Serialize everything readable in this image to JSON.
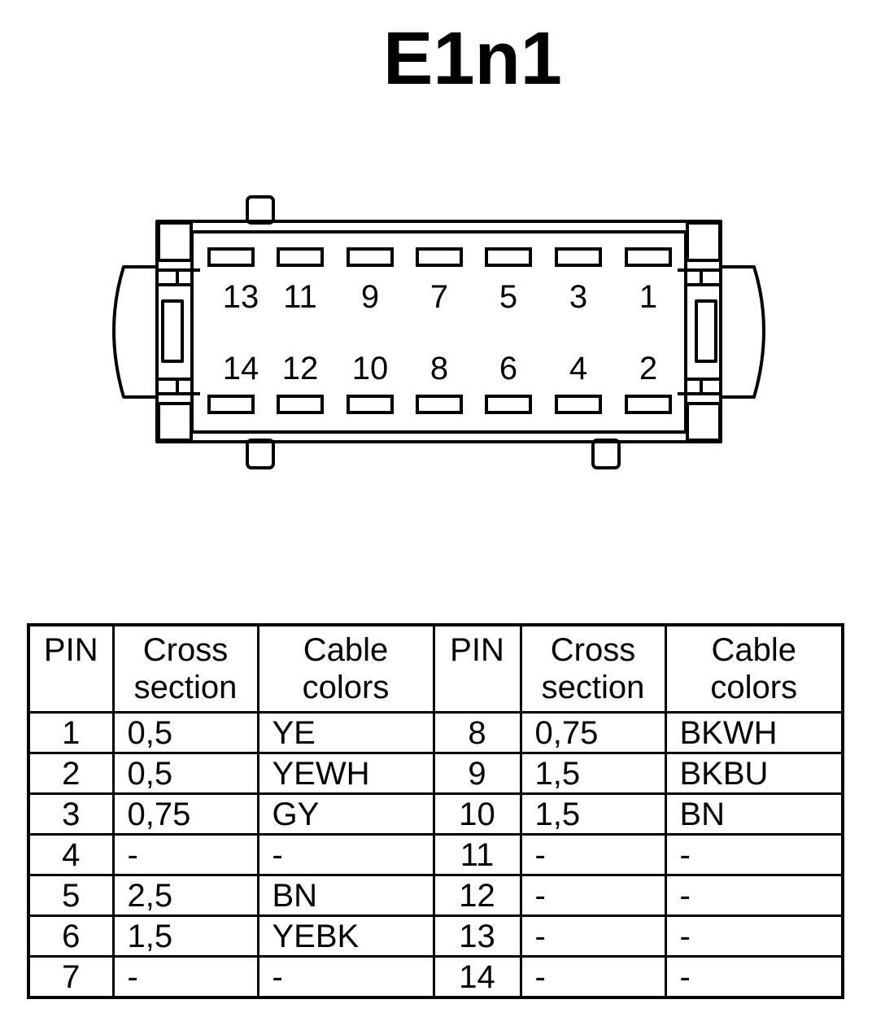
{
  "title": "E1n1",
  "connector": {
    "top_row_labels": [
      "13",
      "11",
      "9",
      "7",
      "5",
      "3",
      "1"
    ],
    "bottom_row_labels": [
      "14",
      "12",
      "10",
      "8",
      "6",
      "4",
      "2"
    ]
  },
  "table": {
    "headers": {
      "pin": "PIN",
      "cross_1": "Cross",
      "cross_2": "section",
      "cable_1": "Cable",
      "cable_2": "colors"
    },
    "rows": [
      {
        "pin_a": "1",
        "cross_a": "0,5",
        "color_a": "YE",
        "pin_b": "8",
        "cross_b": "0,75",
        "color_b": "BKWH"
      },
      {
        "pin_a": "2",
        "cross_a": "0,5",
        "color_a": "YEWH",
        "pin_b": "9",
        "cross_b": "1,5",
        "color_b": "BKBU"
      },
      {
        "pin_a": "3",
        "cross_a": "0,75",
        "color_a": "GY",
        "pin_b": "10",
        "cross_b": "1,5",
        "color_b": "BN"
      },
      {
        "pin_a": "4",
        "cross_a": "-",
        "color_a": "-",
        "pin_b": "11",
        "cross_b": "-",
        "color_b": "-"
      },
      {
        "pin_a": "5",
        "cross_a": "2,5",
        "color_a": "BN",
        "pin_b": "12",
        "cross_b": "-",
        "color_b": "-"
      },
      {
        "pin_a": "6",
        "cross_a": "1,5",
        "color_a": "YEBK",
        "pin_b": "13",
        "cross_b": "-",
        "color_b": "-"
      },
      {
        "pin_a": "7",
        "cross_a": "-",
        "color_a": "-",
        "pin_b": "14",
        "cross_b": "-",
        "color_b": "-"
      }
    ]
  }
}
